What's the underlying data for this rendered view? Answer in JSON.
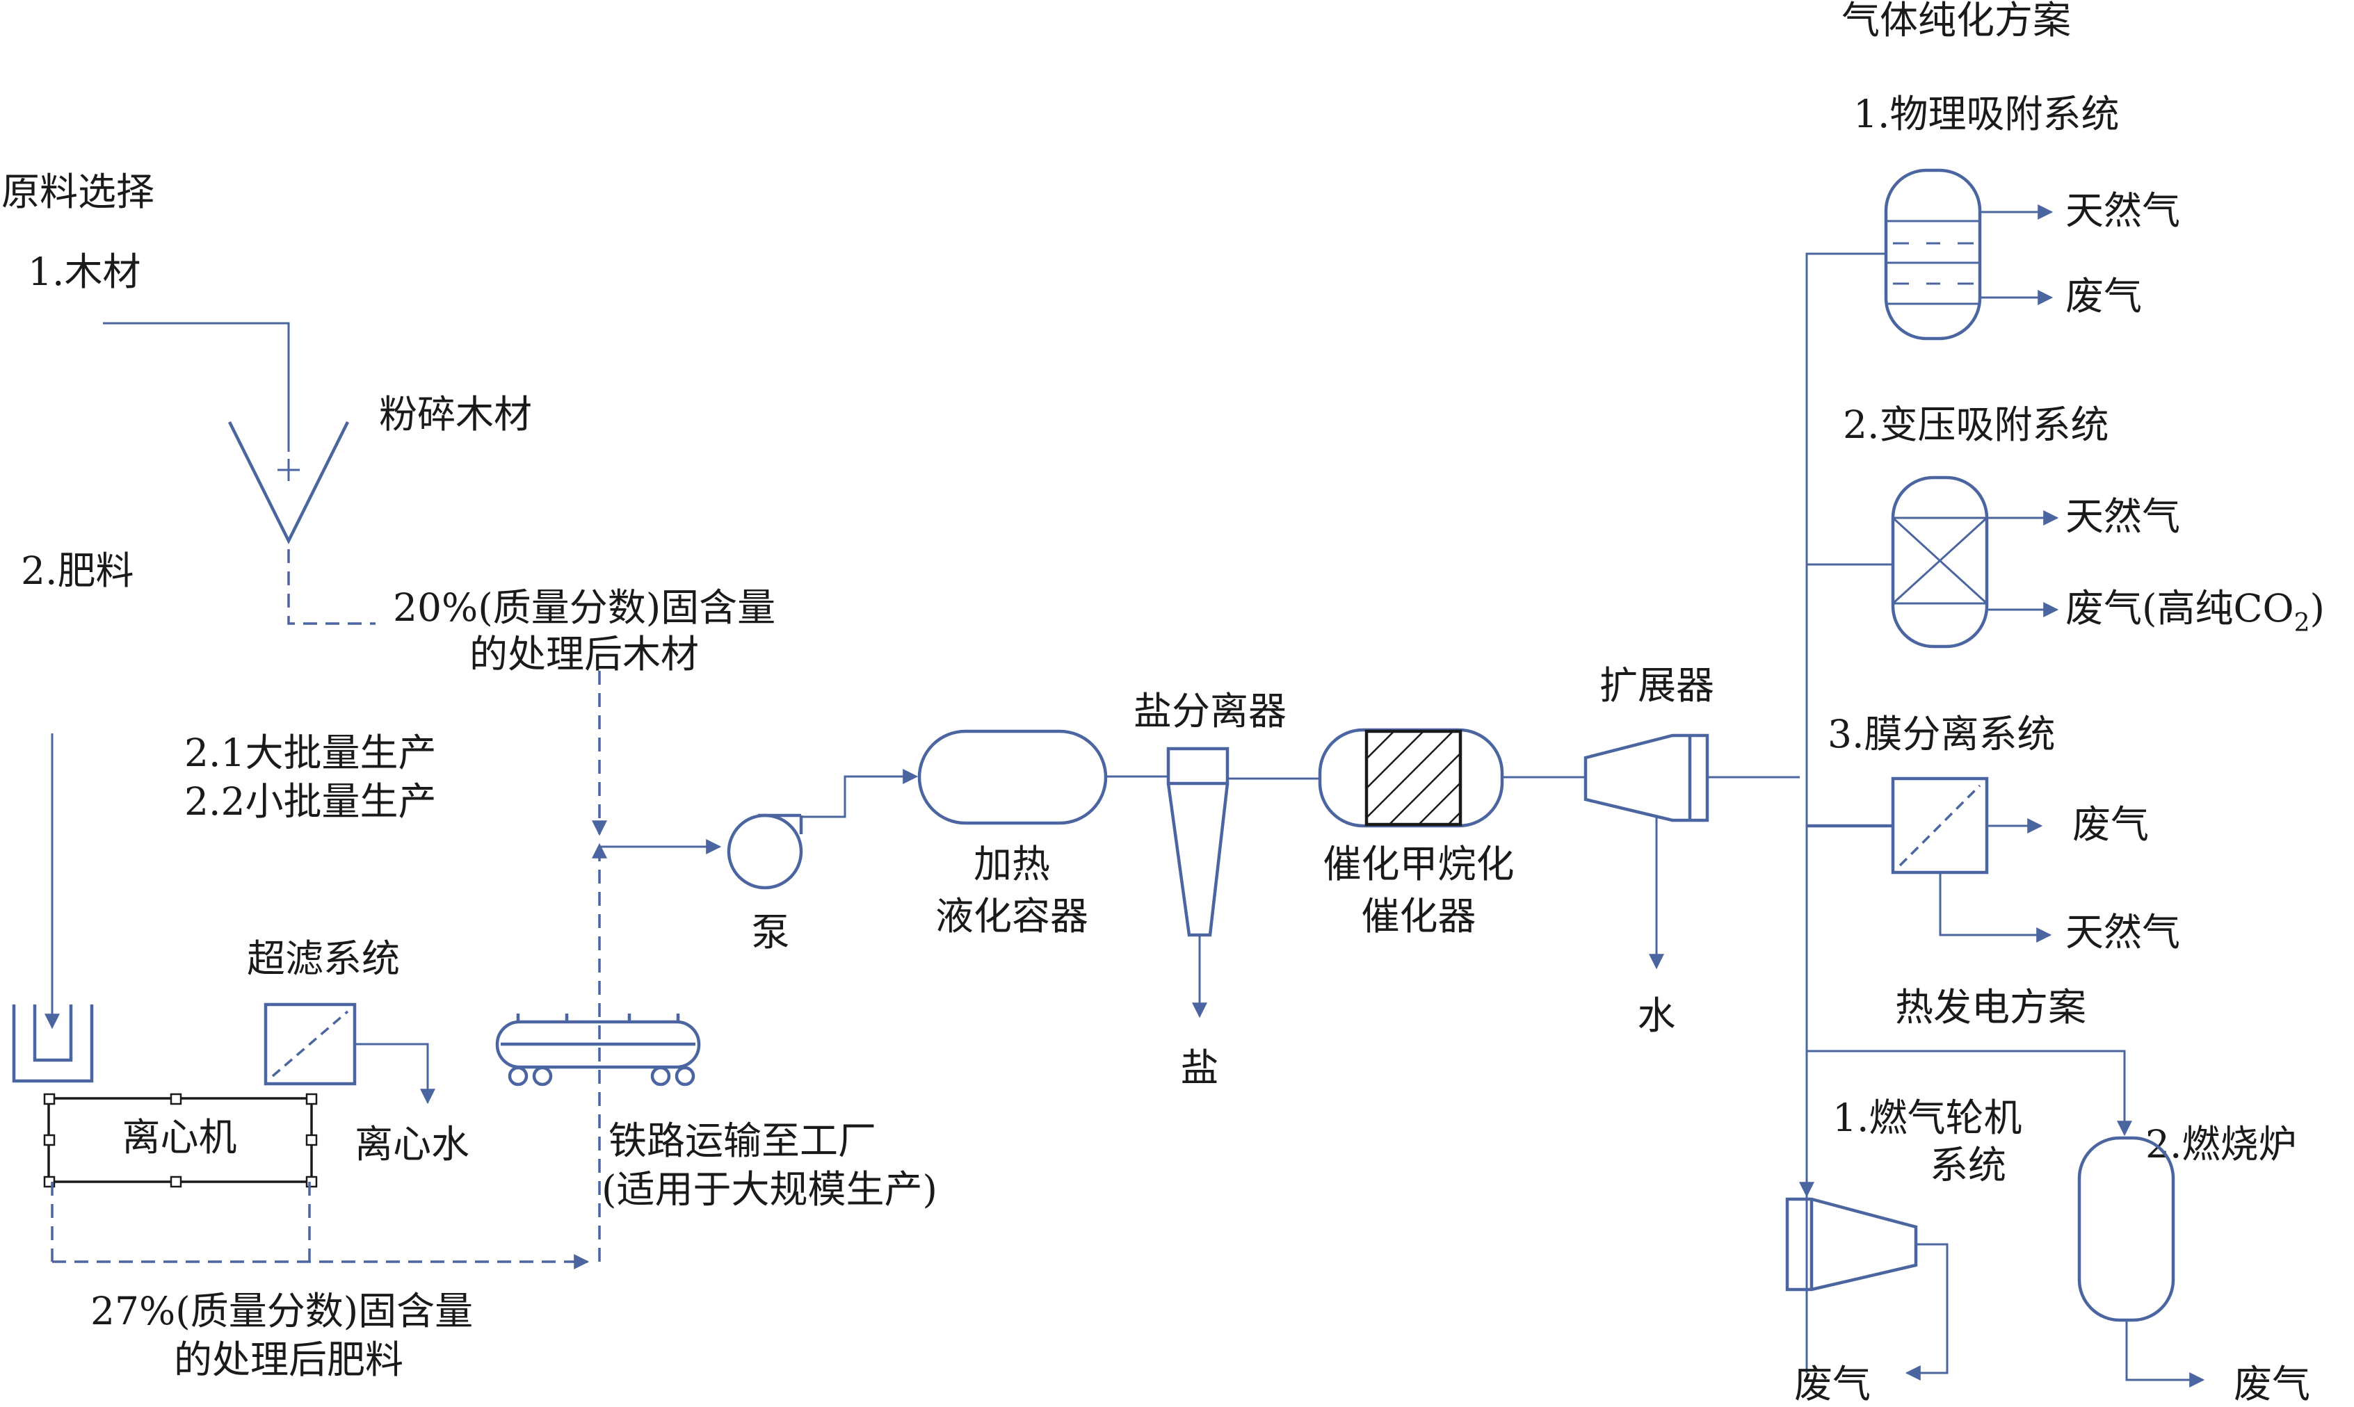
{
  "feedstock": {
    "heading": "原料选择",
    "wood": "1.木材",
    "crushed_wood": "粉碎木材",
    "manure": "2.肥料",
    "wood_solids_line1": "20%(质量分数)固含量",
    "wood_solids_line2": "的处理后木材",
    "batch_large": "2.1大批量生产",
    "batch_small": "2.2小批量生产",
    "ultrafiltration": "超滤系统",
    "centrifuge": "离心机",
    "centrifuge_water": "离心水",
    "rail_line1": "铁路运输至工厂",
    "rail_line2": "(适用于大规模生产)",
    "manure_solids_line1": "27%(质量分数)固含量",
    "manure_solids_line2": "的处理后肥料"
  },
  "process": {
    "pump": "泵",
    "heater_line1": "加热",
    "heater_line2": "液化容器",
    "salt_separator": "盐分离器",
    "salt": "盐",
    "methanation_line1": "催化甲烷化",
    "methanation_line2": "催化器",
    "expander": "扩展器",
    "water": "水"
  },
  "purification": {
    "heading": "气体纯化方案",
    "physical": "1.物理吸附系统",
    "psa": "2.变压吸附系统",
    "membrane": "3.膜分离系统",
    "natural_gas": "天然气",
    "waste_gas": "废气",
    "waste_gas_co2_prefix": "废气(高纯CO",
    "co2_subscript": "2",
    "waste_gas_co2_suffix": ")"
  },
  "power": {
    "heading": "热发电方案",
    "turbine_line1": "1.燃气轮机",
    "turbine_line2": "系统",
    "boiler": "2.燃烧炉",
    "waste_gas": "废气"
  },
  "colors": {
    "line": "#4a65a0",
    "text": "#1a1a1a"
  }
}
